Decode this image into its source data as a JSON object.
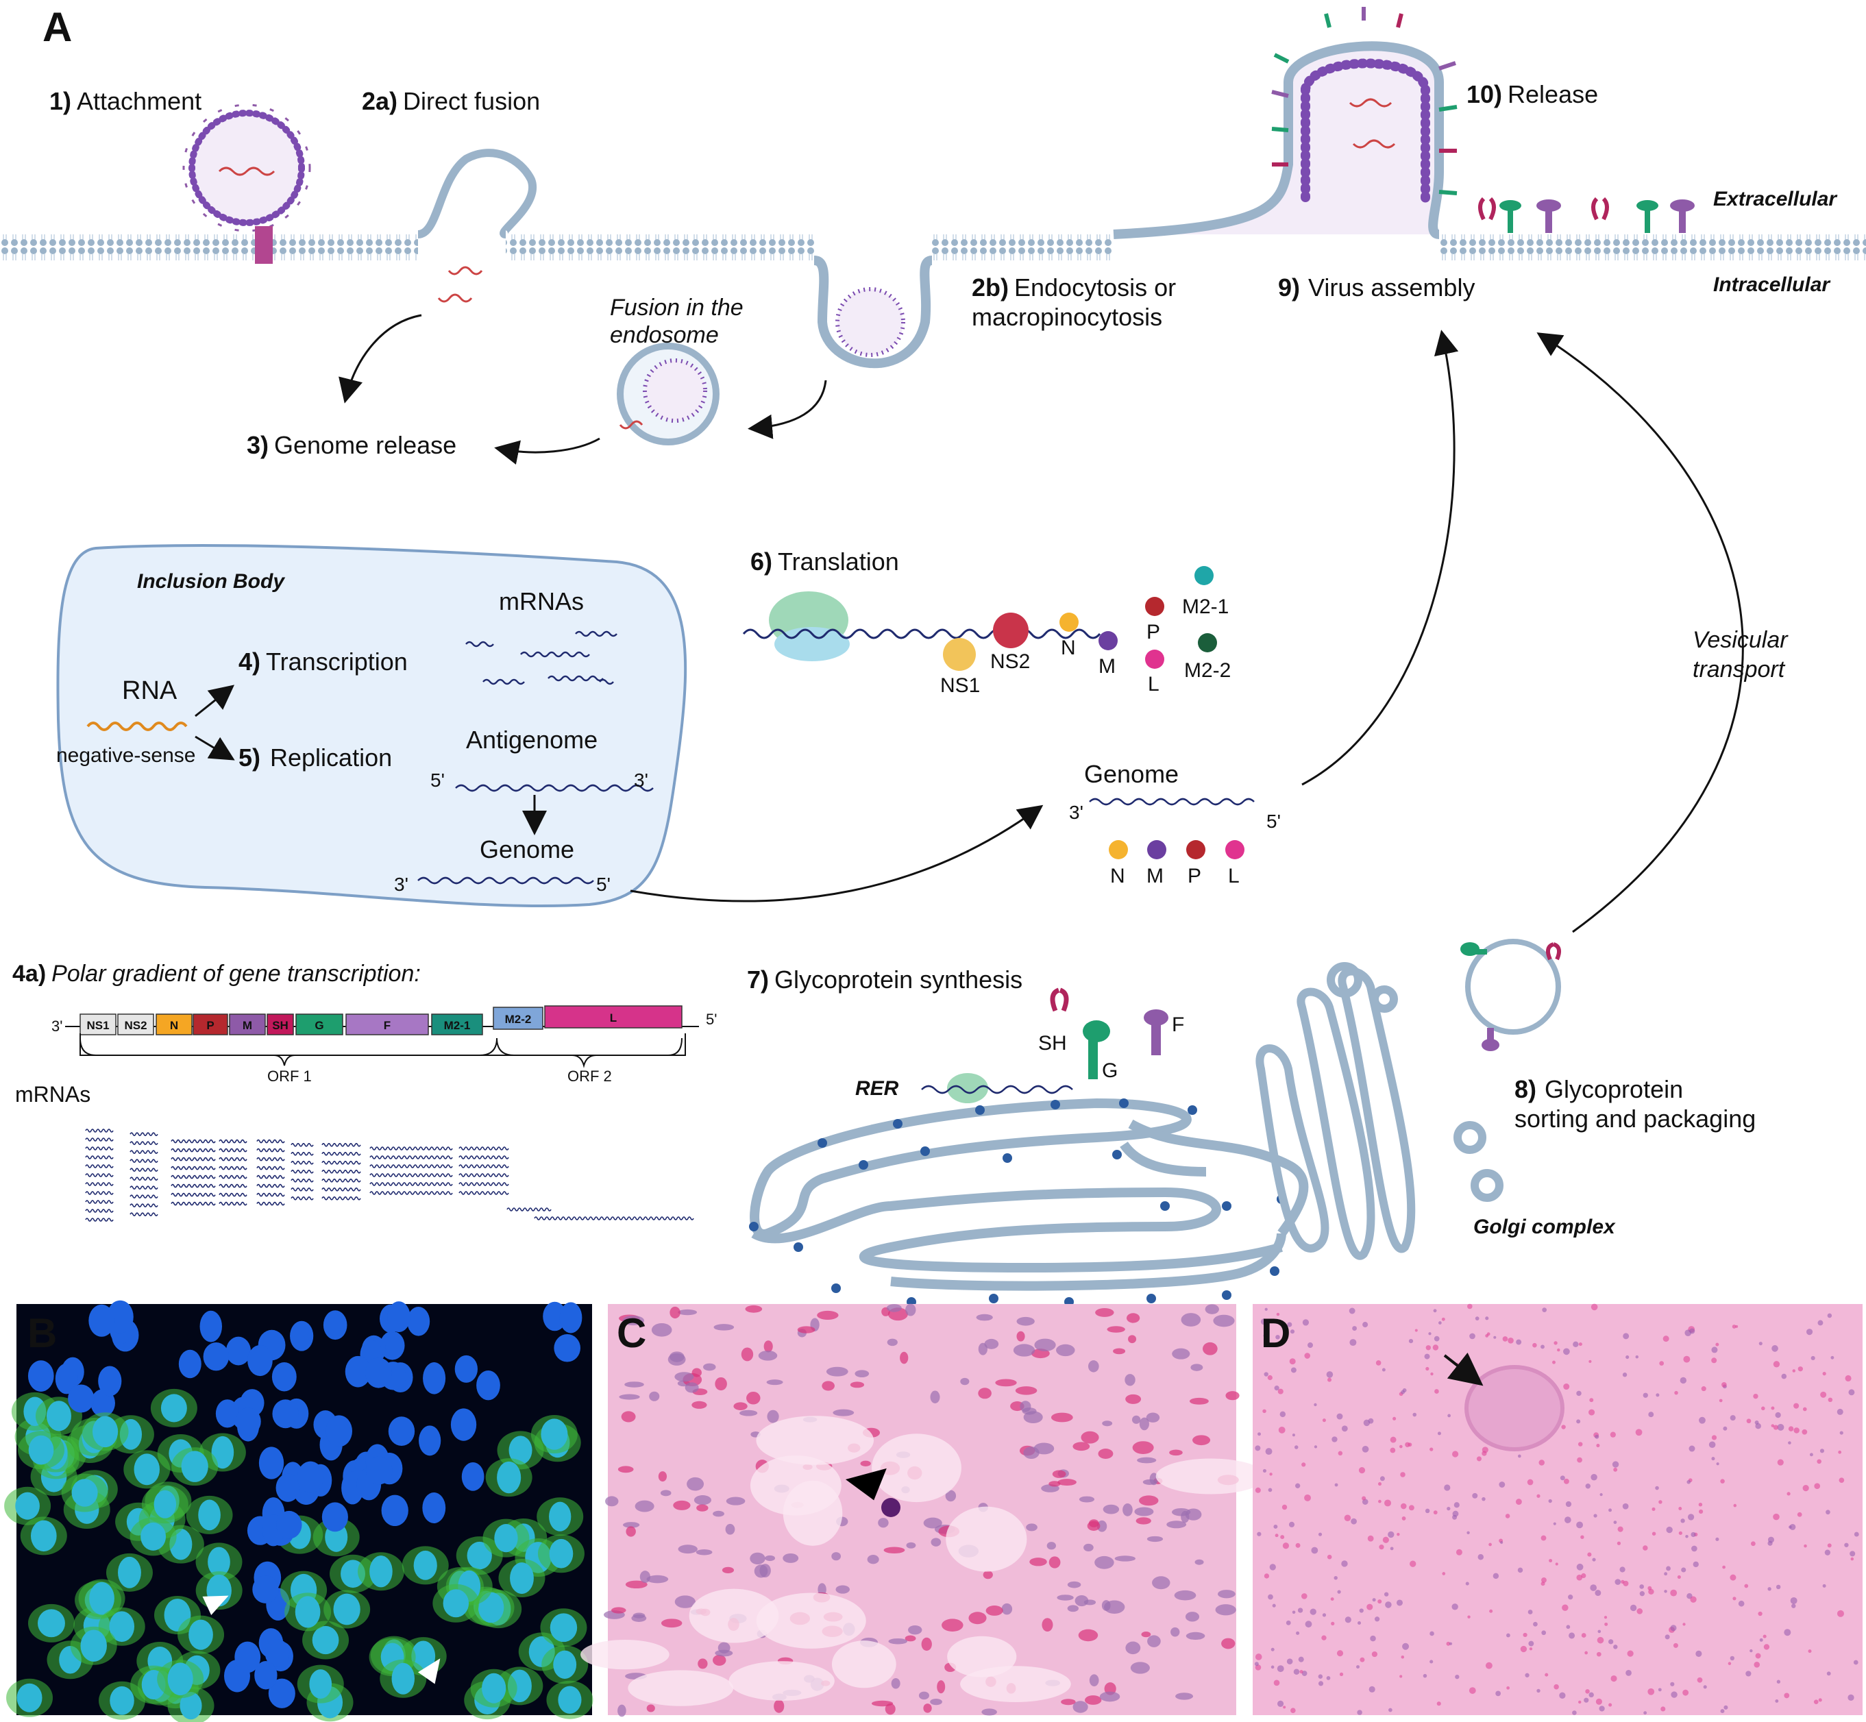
{
  "panels": {
    "a": "A",
    "b": "B",
    "c": "C",
    "d": "D"
  },
  "steps": {
    "s1_num": "1)",
    "s1_label": "Attachment",
    "s2a_num": "2a)",
    "s2a_label": "Direct fusion",
    "s2b_num": "2b)",
    "s2b_line1": "Endocytosis or",
    "s2b_line2": "macropinocytosis",
    "s3_num": "3)",
    "s3_label": "Genome release",
    "s4_num": "4)",
    "s4_label": "Transcription",
    "s5_num": "5)",
    "s5_label": "Replication",
    "s6_num": "6)",
    "s6_label": "Translation",
    "s7_num": "7)",
    "s7_label": "Glycoprotein synthesis",
    "s8_num": "8)",
    "s8_line1": "Glycoprotein",
    "s8_line2": "sorting and packaging",
    "s9_num": "9)",
    "s9_label": "Virus  assembly",
    "s10_num": "10)",
    "s10_label": "Release",
    "s4a_num": "4a)",
    "s4a_label": "Polar gradient of gene transcription:"
  },
  "labels": {
    "extracellular": "Extracellular",
    "intracellular": "Intracellular",
    "fusion_endo_1": "Fusion in the",
    "fusion_endo_2": "endosome",
    "inclusion_body": "Inclusion Body",
    "rna": "RNA",
    "negative_sense": "negative-sense",
    "mrnas": "mRNAs",
    "antigenome": "Antigenome",
    "genome": "Genome",
    "three_prime": "3'",
    "five_prime": "5'",
    "vesicular_1": "Vesicular",
    "vesicular_2": "transport",
    "rer": "RER",
    "golgi": "Golgi complex",
    "mrnas_gene": "mRNAs",
    "orf1": "ORF 1",
    "orf2": "ORF 2"
  },
  "proteins": {
    "ns1": "NS1",
    "ns2": "NS2",
    "n": "N",
    "m": "M",
    "p": "P",
    "l": "L",
    "m21": "M2-1",
    "m22": "M2-2",
    "sh": "SH",
    "g": "G",
    "f": "F"
  },
  "genes": [
    {
      "label": "NS1",
      "color": "#e6e6e6"
    },
    {
      "label": "NS2",
      "color": "#e6e6e6"
    },
    {
      "label": "N",
      "color": "#f5a623"
    },
    {
      "label": "P",
      "color": "#b5282e"
    },
    {
      "label": "M",
      "color": "#8e5aa8"
    },
    {
      "label": "SH",
      "color": "#c2185b"
    },
    {
      "label": "G",
      "color": "#1e9e6e"
    },
    {
      "label": "F",
      "color": "#a777c4"
    },
    {
      "label": "M2-1",
      "color": "#1a8f7d"
    },
    {
      "label": "M2-2",
      "color": "#7fa6d9"
    },
    {
      "label": "L",
      "color": "#d6338a"
    }
  ],
  "colors": {
    "membrane": "#9bb3c9",
    "inclusion_fill": "#e6f0fb",
    "inclusion_stroke": "#7d9fc6",
    "rna_wave": "#1f2a6e",
    "n_protein": "#f5b32f",
    "m_protein": "#6b3fa0",
    "p_protein": "#b5282e",
    "l_protein": "#e0338f",
    "m21_protein": "#1fa6a8",
    "m22_protein": "#1b5e3b",
    "g_glyco": "#1e9e6e",
    "f_glyco": "#8e5aa8",
    "sh_glyco": "#b0245c"
  },
  "micrographs": {
    "b": "immunofluorescence",
    "c": "H&E stain, syncytial cell",
    "d": "H&E stain, low magnification"
  }
}
